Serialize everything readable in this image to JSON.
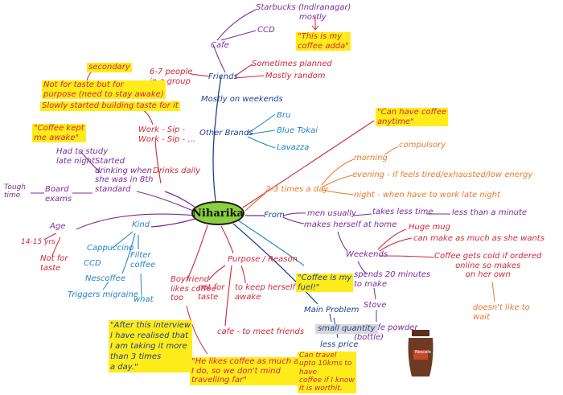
{
  "center": "Niharika",
  "colors": {
    "navy": "#1f3f93",
    "purple": "#7b2b9c",
    "red": "#d0283a",
    "orange": "#e8792a",
    "teal": "#2585c4",
    "highlight": "#ffec1a",
    "center_fill": "#8ccf3f"
  },
  "top": {
    "starbucks": "Starbucks (Indiranagar)",
    "mostly": "mostly",
    "ccd": "CCD",
    "adda": "\"This is my\ncoffee adda\"",
    "cafe": "Cafe",
    "sometimes": "Sometimes planned",
    "random": "Mostly random",
    "people": "6-7 people\nin a group",
    "friends": "Friends",
    "weekends": "Mostly on weekends",
    "other_brands": "Other Brands",
    "bru": "Bru",
    "blue_tokai": "Blue Tokai",
    "lavazza": "Lavazza"
  },
  "left": {
    "secondary": "secondary",
    "not_taste": "Not for taste but for\npurpose (need to stay awake)",
    "slowly": "Slowly started building taste for it",
    "work_sip": "Work - Sip -\nWork - Sip - ...",
    "drinks_daily": "Drinks daily",
    "kept_awake": "\"Coffee kept\nme awake\"",
    "study": "Had to study\nlate night",
    "started": "Started\ndrinking when\nshe was in 8th\nstandard",
    "board": "Board\nexams",
    "tough": "Tough\ntime",
    "age": "Age",
    "age_range": "14-15 yrs",
    "not_taste2": "Not for\ntaste"
  },
  "kind": {
    "kind": "Kind",
    "cappuccino": "Cappuccino",
    "ccd": "CCD",
    "nescoffee": "Nescoffee",
    "filter": "Filter\ncoffee",
    "migraine": "Triggers migraine",
    "what": "what"
  },
  "purpose": {
    "purpose": "Purpose / Reason",
    "boyfriend": "Boyfriend\nlikes coffee\ntoo",
    "not_for": "not for\ntaste",
    "keep_awake": "to keep herself\nawake",
    "cafe_meet": "cafe - to meet friends",
    "after_interview": "\"After this interview\nI have realised that\nI am taking it more\nthan 3 times\na day.\"",
    "likes_coffee": "\"He likes coffee as much as\nI do, so we don't mind\ntravelling far\""
  },
  "right": {
    "anytime": "\"Can have coffee\nanytime\"",
    "times": "2-3 times a day",
    "morning": "morning",
    "compulsory": "compulsory",
    "evening": "evening - if feels tired/exhausted/low energy",
    "night": "night - when have to work late night",
    "from": "From",
    "men_usually": "men usually",
    "makes_home": "makes herself at home",
    "takes_less": "takes less time",
    "less_minute": "less than a minute",
    "huge_mug": "Huge mug",
    "can_make": "can make as much as she wants",
    "weekends": "Weekends",
    "cold": "Coffee gets cold if ordered\nonline so makes\non her own",
    "doesnt_like": "doesn't like to\nwait",
    "spends": "spends 20 minutes\nto make",
    "stove": "Stove",
    "nescafe": "nescafe powder\n(bottle)",
    "fuel": "\"Coffee is my\nfuel!\"",
    "main_problem": "Main Problem",
    "small_quantity": "small quantity",
    "less_price": "less price",
    "travel": "Can travel\nupto 10kms to\nhave\ncoffee if I know\nit is worthit.",
    "jar_label": "Nescafe"
  }
}
